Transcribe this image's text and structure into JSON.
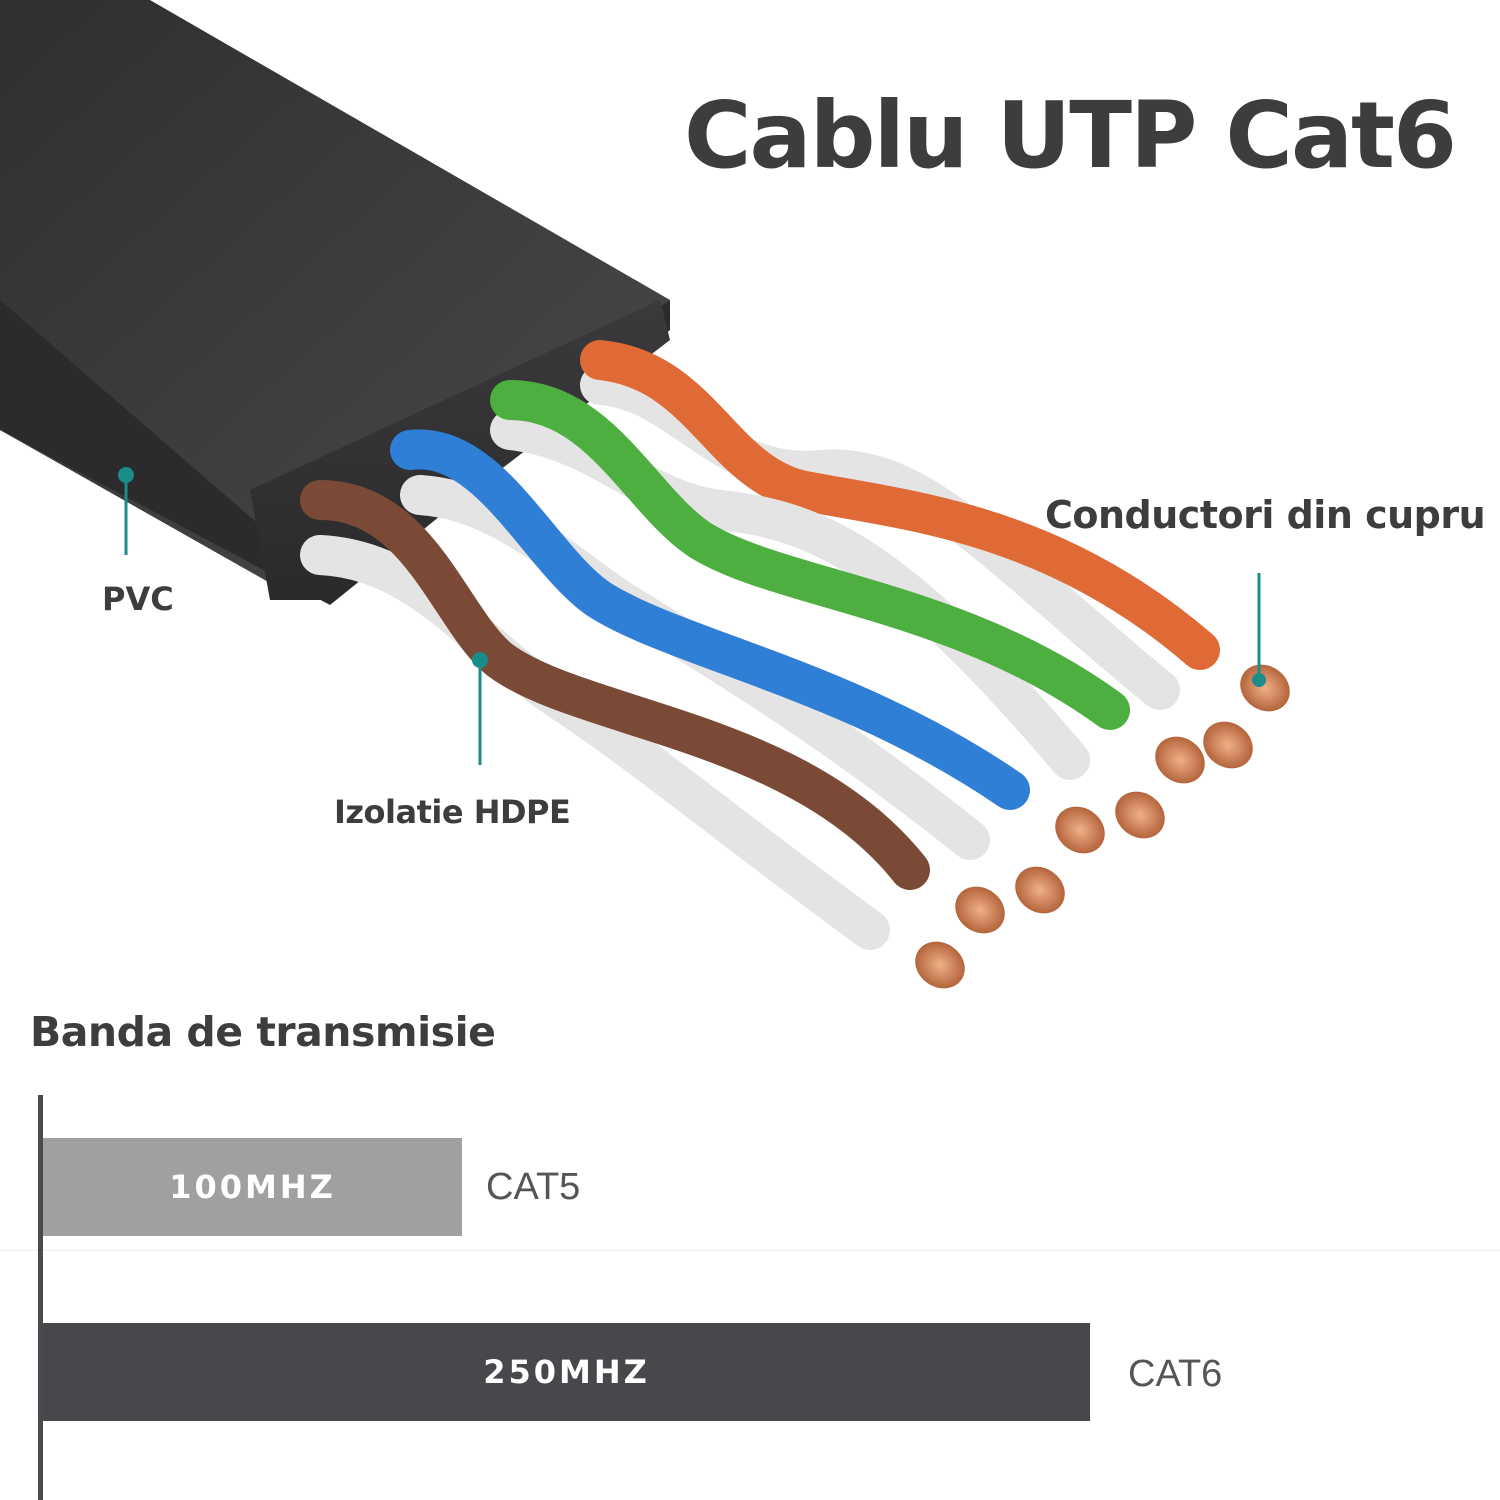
{
  "title": "Cablu UTP Cat6",
  "callouts": {
    "pvc": "PVC",
    "hdpe": "Izolatie HDPE",
    "copper": "Conductori din cupru"
  },
  "colors": {
    "jacket": "#3e3e40",
    "callout": "#1a8c8a",
    "wire_orange": "#e06a35",
    "wire_green": "#4caf3f",
    "wire_blue": "#2f7fd6",
    "wire_brown": "#7a4a36",
    "wire_white": "#e8e8e8",
    "copper": "#c8703e",
    "bar_cat5": "#a0a0a0",
    "bar_cat6": "#48484c"
  },
  "chart_data": {
    "type": "bar",
    "orientation": "horizontal",
    "title": "Banda de transmisie",
    "categories": [
      "CAT5",
      "CAT6"
    ],
    "values": [
      100,
      250
    ],
    "value_labels": [
      "100MHZ",
      "250MHZ"
    ],
    "xlim": [
      0,
      265
    ]
  }
}
